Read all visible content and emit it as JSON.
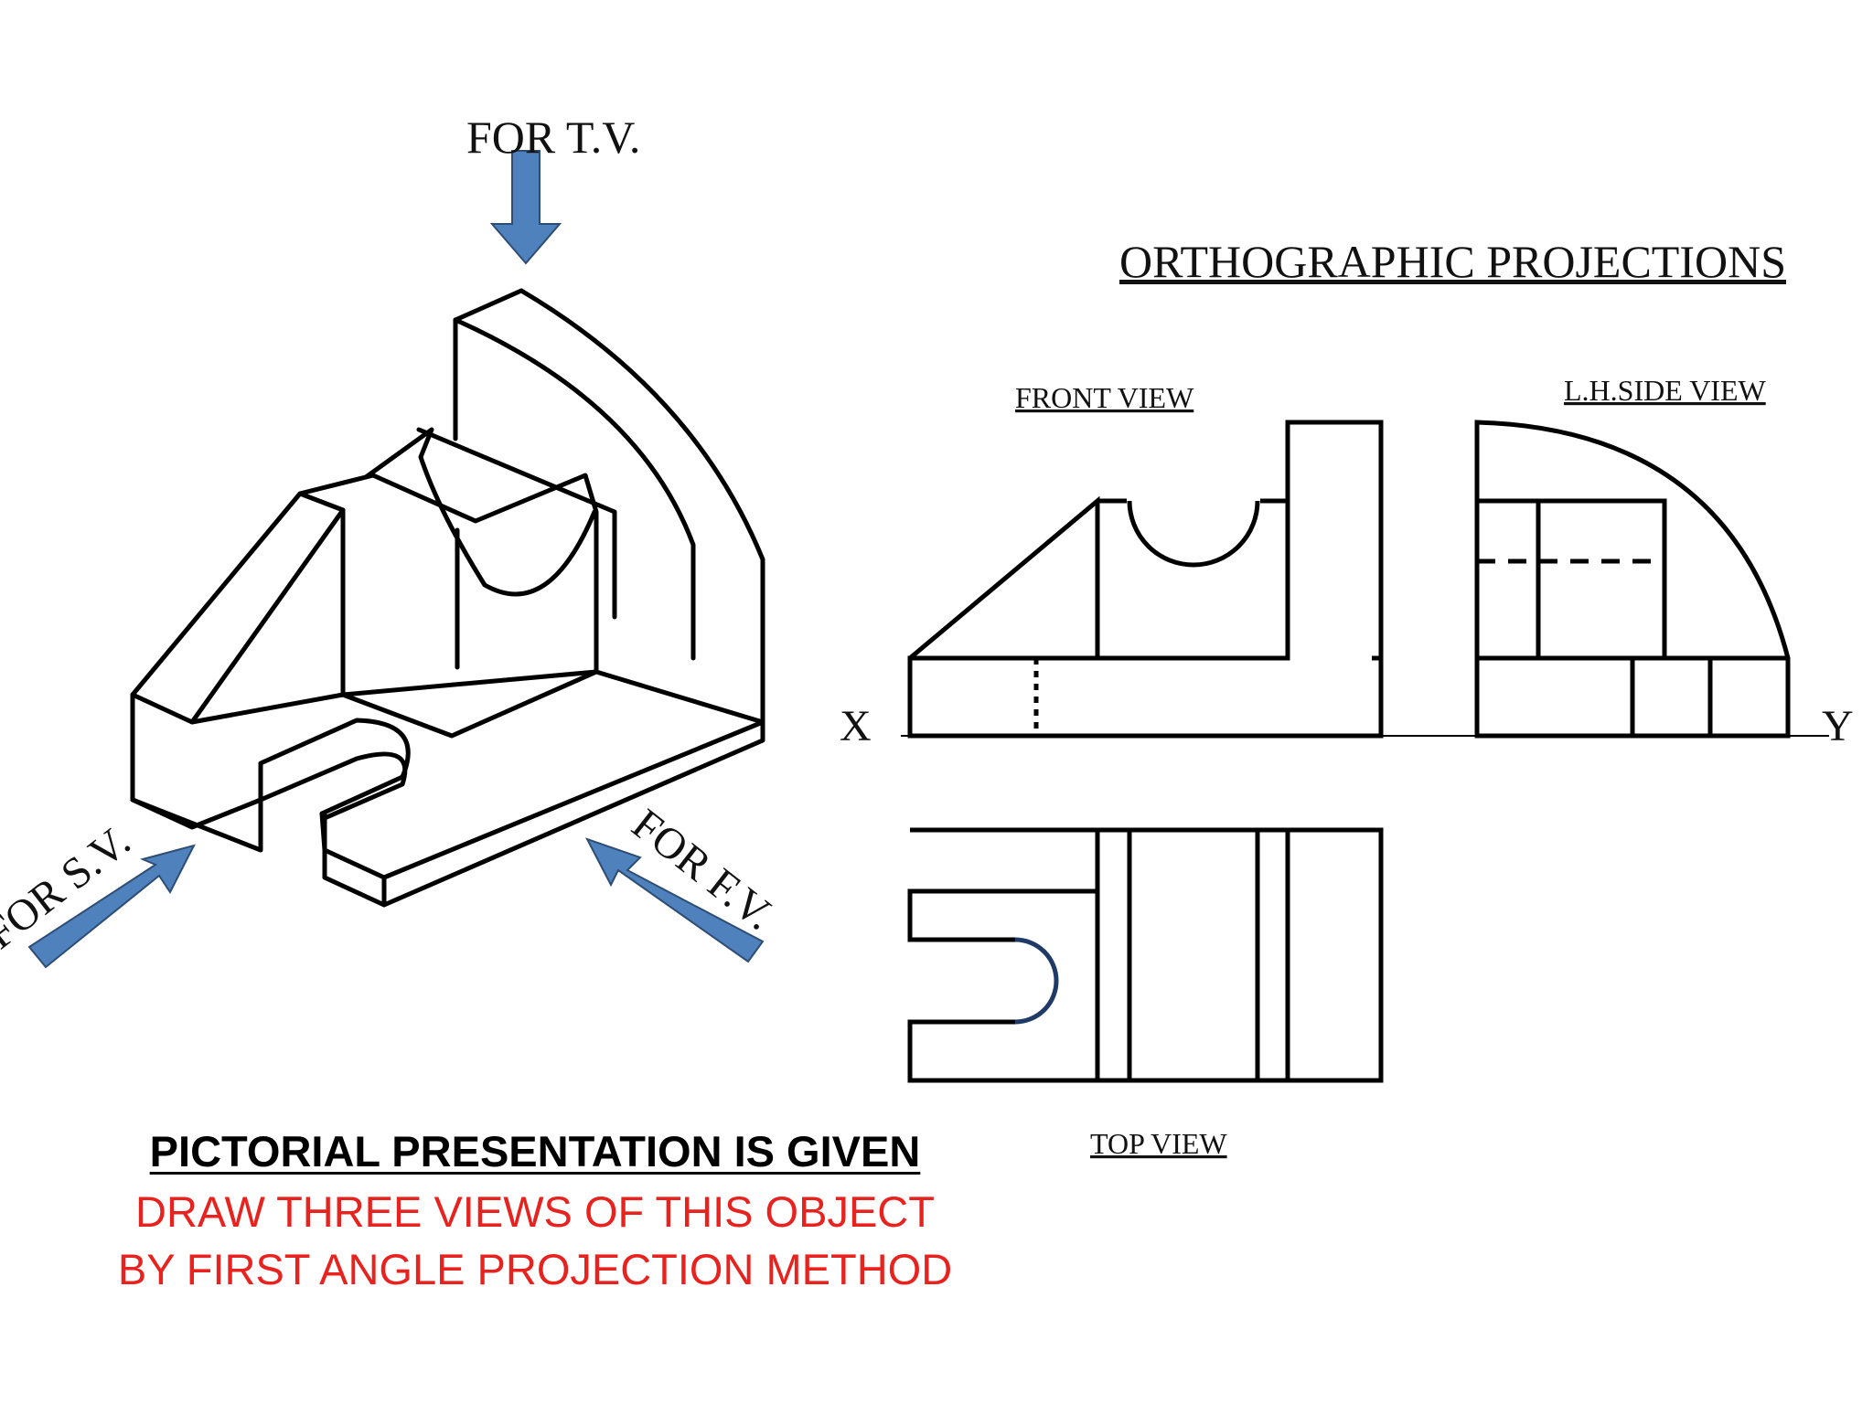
{
  "labels": {
    "for_tv": "FOR T.V.",
    "for_sv": "FOR S.V.",
    "for_fv": "FOR F.V.",
    "title": "ORTHOGRAPHIC PROJECTIONS",
    "front_view": "FRONT VIEW",
    "side_view": "L.H.SIDE VIEW",
    "top_view": "TOP VIEW",
    "x_axis": "X",
    "y_axis": "Y"
  },
  "instructions": {
    "heading": "PICTORIAL PRESENTATION IS GIVEN",
    "line1": "DRAW THREE VIEWS OF THIS OBJECT",
    "line2": "BY FIRST ANGLE PROJECTION METHOD"
  },
  "colors": {
    "arrow_fill": "#4f81bd",
    "arrow_stroke": "#2e4d75",
    "line": "#000000",
    "instruction_red": "#e8221e",
    "slot_arc": "#1f3a66"
  }
}
